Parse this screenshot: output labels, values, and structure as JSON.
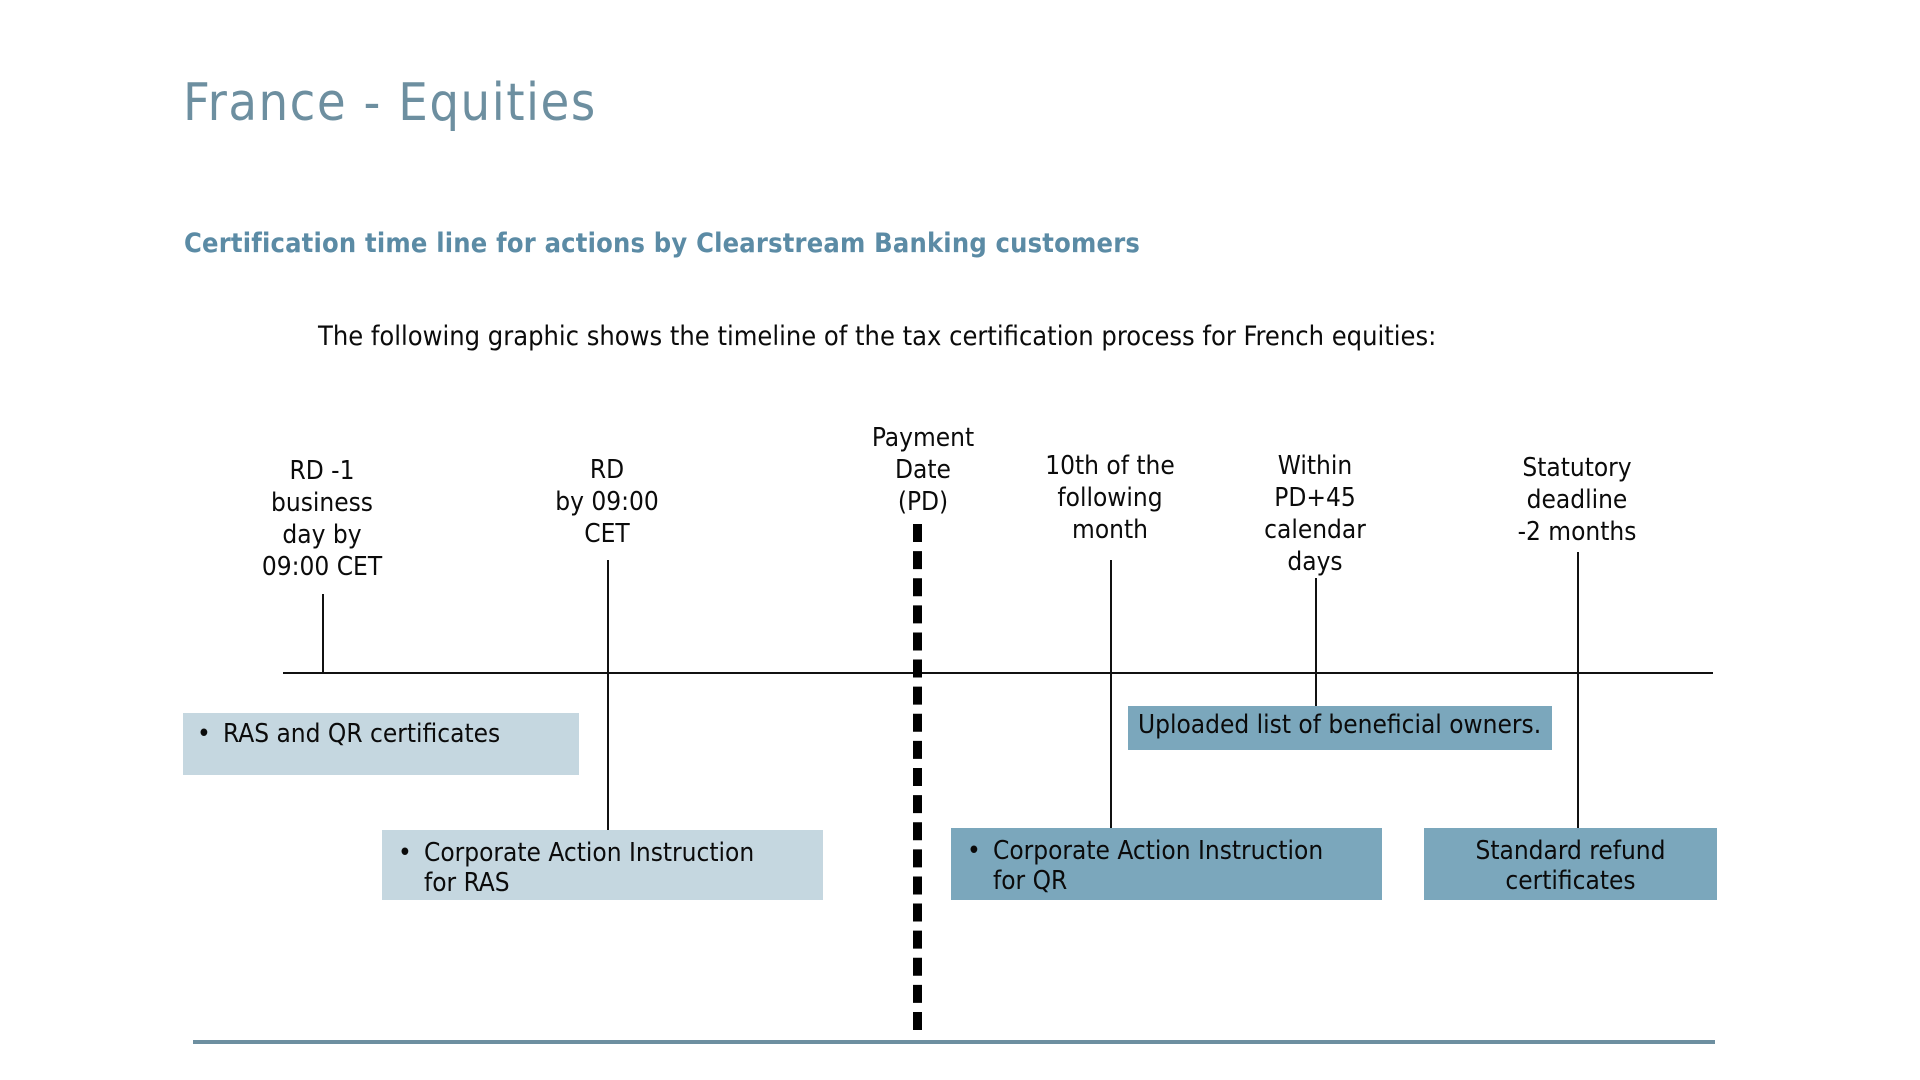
{
  "page": {
    "title": "France - Equities",
    "subtitle": "Certification time line for actions by Clearstream Banking customers",
    "intro": "The following graphic shows the timeline of the tax certification process for French equities:"
  },
  "colors": {
    "title_blue": "#6d8fa0",
    "subtitle_blue": "#5b8ba5",
    "box_light": "#c5d7e0",
    "box_dark": "#7ba7bc",
    "line_black": "#111111",
    "footer_rule": "#6d8fa0"
  },
  "chart_data": {
    "type": "timeline",
    "title": "Certification time line for actions by Clearstream Banking customers",
    "axis": {
      "orientation": "horizontal",
      "label": ""
    },
    "milestones": [
      {
        "id": "rd-minus-1",
        "label": "RD -1\nbusiness\nday by\n09:00 CET",
        "marker": "tick"
      },
      {
        "id": "rd",
        "label": "RD\nby 09:00\nCET",
        "marker": "tick"
      },
      {
        "id": "payment-date",
        "label": "Payment\nDate\n(PD)",
        "marker": "dashed-line"
      },
      {
        "id": "tenth-following-month",
        "label": "10th of the\nfollowing\nmonth",
        "marker": "tick"
      },
      {
        "id": "within-pd-45",
        "label": "Within\nPD+45\ncalendar\ndays",
        "marker": "tick"
      },
      {
        "id": "statutory-deadline",
        "label": "Statutory\ndeadline\n-2 months",
        "marker": "tick"
      }
    ],
    "boxes": [
      {
        "id": "ras-qr-certificates",
        "text": "RAS and QR certificates",
        "bullet": true,
        "tier": "upper",
        "shade": "light",
        "align": "left"
      },
      {
        "id": "uploaded-list",
        "text": "Uploaded list of beneficial owners.",
        "bullet": false,
        "tier": "upper",
        "shade": "dark",
        "align": "left"
      },
      {
        "id": "ca-instruction-ras",
        "text": "Corporate Action Instruction\nfor RAS",
        "bullet": true,
        "tier": "lower",
        "shade": "light",
        "align": "left"
      },
      {
        "id": "ca-instruction-qr",
        "text": "Corporate Action Instruction\nfor QR",
        "bullet": true,
        "tier": "lower",
        "shade": "dark",
        "align": "left"
      },
      {
        "id": "standard-refund-certificates",
        "text": "Standard refund\ncertificates",
        "bullet": false,
        "tier": "lower",
        "shade": "dark",
        "align": "center"
      }
    ]
  }
}
